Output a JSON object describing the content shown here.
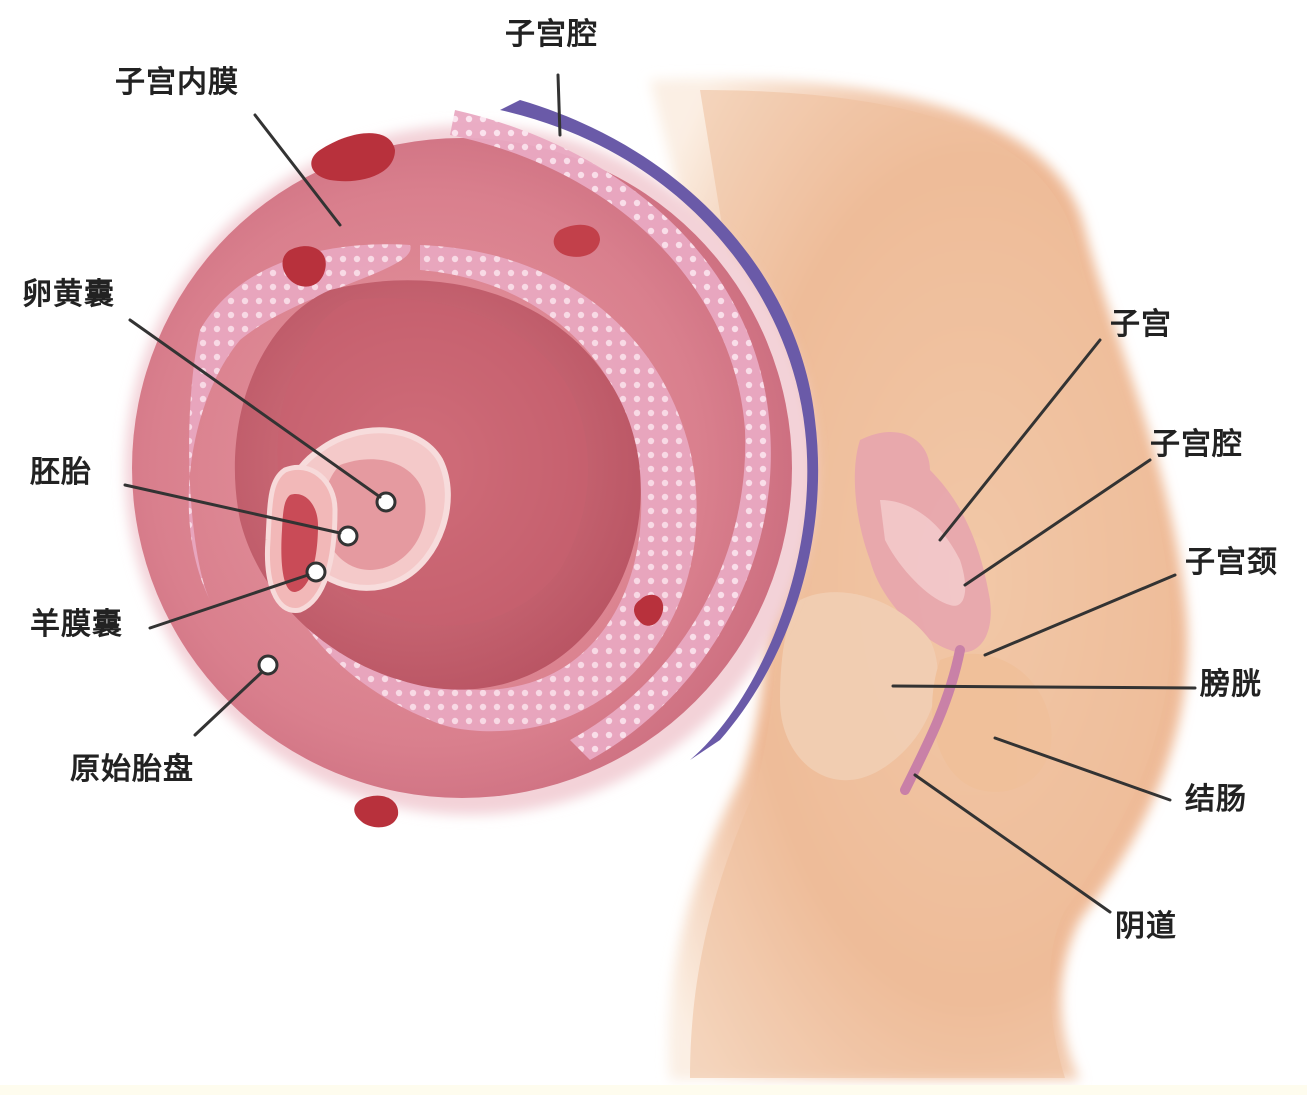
{
  "labels": {
    "uterine_cavity_top": "子宫腔",
    "endometrium": "子宫内膜",
    "yolk_sac": "卵黄囊",
    "embryo": "胚胎",
    "amniotic_sac": "羊膜囊",
    "primitive_placenta": "原始胎盘",
    "uterus": "子宫",
    "uterine_cavity_right": "子宫腔",
    "cervix": "子宫颈",
    "bladder": "膀胱",
    "colon": "结肠",
    "vagina": "阴道"
  },
  "colors": {
    "background": "#ffffff",
    "wall_purple": "#6a5aa8",
    "tissue_pink": "#d98a96",
    "tissue_light": "#f0c4c8",
    "skin": "#f2c9a8",
    "leader": "#333333",
    "bottom_strip": "#fefcee"
  }
}
